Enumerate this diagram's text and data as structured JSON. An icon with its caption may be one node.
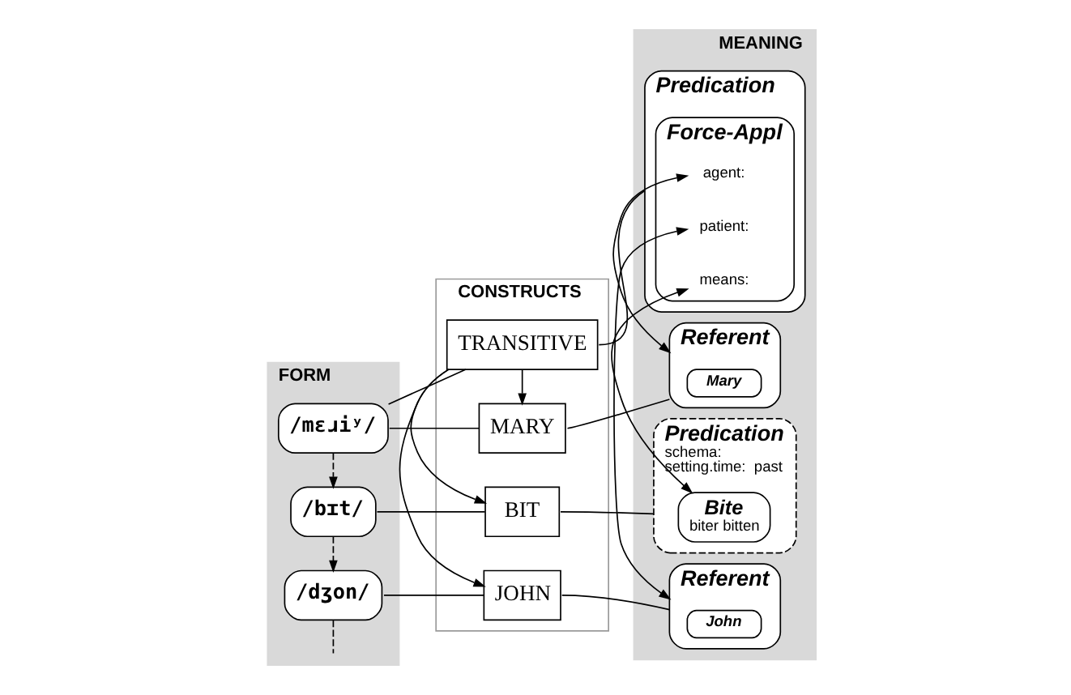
{
  "diagram": {
    "nodes": [
      {
        "text": [
          "FORM"
        ]
      },
      {
        "text": [
          "CONSTRUCTS"
        ]
      },
      {
        "text": [
          "MEANING"
        ]
      },
      {
        "text": [
          "TRANSITIVE"
        ],
        "in": 1
      },
      {
        "text": [
          "Predication"
        ],
        "in": 2
      },
      {
        "text": [
          "Force-Appl"
        ],
        "in": 4
      },
      {
        "text": [
          "agent:"
        ],
        "in": 5
      },
      {
        "text": [
          "patient:"
        ],
        "in": 5
      },
      {
        "text": [
          "means:"
        ],
        "in": 5
      },
      {
        "text": [
          "/mɛɹiʸ/"
        ],
        "in": 0
      },
      {
        "text": [
          "MARY"
        ],
        "in": 1
      },
      {
        "text": [
          "Referent"
        ],
        "in": 2
      },
      {
        "text": [
          "Mary"
        ],
        "in": 11
      },
      {
        "text": [
          "Predication",
          "schema:",
          "setting.time:  past"
        ],
        "in": 2
      },
      {
        "text": [
          "Bite",
          "biter bitten"
        ],
        "in": 13
      },
      {
        "text": [
          "/bɪt/"
        ],
        "in": 0
      },
      {
        "text": [
          "BIT"
        ],
        "in": 1
      },
      {
        "text": [
          "JOHN"
        ],
        "in": 1
      },
      {
        "text": [
          "/dʒon/"
        ],
        "in": 0
      },
      {
        "text": [
          "Referent"
        ],
        "in": 2
      },
      {
        "text": [
          "John"
        ],
        "in": 19
      }
    ],
    "edges": [
      {
        "from": 3,
        "to": 10,
        "arrow": "to"
      },
      {
        "from": 3,
        "to": 16,
        "arrow": "to"
      },
      {
        "from": 3,
        "to": 17,
        "arrow": "to"
      },
      {
        "from": 3,
        "to": 4,
        "arrow": "none"
      },
      {
        "from": 3,
        "to": 9,
        "arrow": "none"
      },
      {
        "from": 9,
        "to": 15,
        "arrow": "to",
        "style": "dashed"
      },
      {
        "from": 15,
        "to": 18,
        "arrow": "to",
        "style": "dashed"
      },
      {
        "from": 18,
        "to": null,
        "arrow": "none",
        "style": "dashed"
      },
      {
        "from": 9,
        "to": 10,
        "arrow": "none"
      },
      {
        "from": 10,
        "to": 11,
        "arrow": "none"
      },
      {
        "from": 15,
        "to": 16,
        "arrow": "none"
      },
      {
        "from": 16,
        "to": 13,
        "arrow": "none"
      },
      {
        "from": 18,
        "to": 17,
        "arrow": "none"
      },
      {
        "from": 17,
        "to": 19,
        "arrow": "none"
      },
      {
        "from": 11,
        "to": 6,
        "arrow": "both"
      },
      {
        "from": 14,
        "to": 8,
        "arrow": "both"
      },
      {
        "from": 7,
        "to": 19,
        "arrow": "both"
      }
    ]
  }
}
